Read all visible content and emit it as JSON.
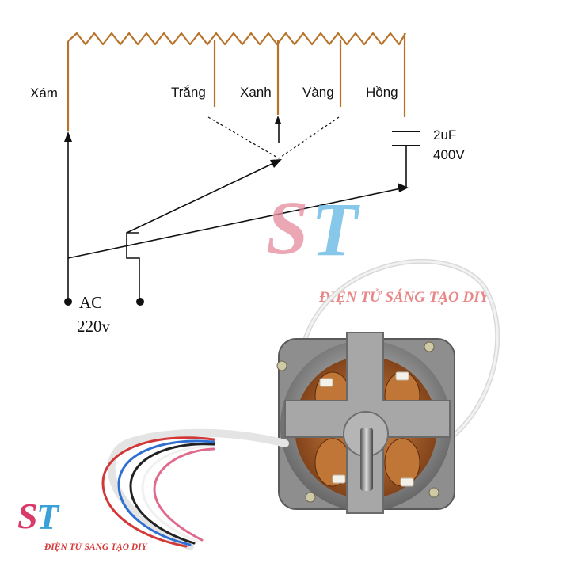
{
  "labels": {
    "xam": "Xám",
    "trang": "Trắng",
    "xanh": "Xanh",
    "vang": "Vàng",
    "hong": "Hồng",
    "cap_value": "2uF",
    "cap_voltage": "400V",
    "ac": "AC",
    "ac_voltage": "220v"
  },
  "watermark": {
    "logo_letters": "ST",
    "text_main": "ĐIỆN TỬ SÁNG TẠO DIY",
    "text_small": "ĐIỆN TỬ SÁNG TẠO DIY"
  },
  "colors": {
    "coil": "#b8732a",
    "wire": "#111111",
    "watermark_red": "#d83a3a",
    "watermark_blue": "#3aa0d8",
    "motor_metal": "#9a9a9a",
    "copper": "#b5692e"
  }
}
